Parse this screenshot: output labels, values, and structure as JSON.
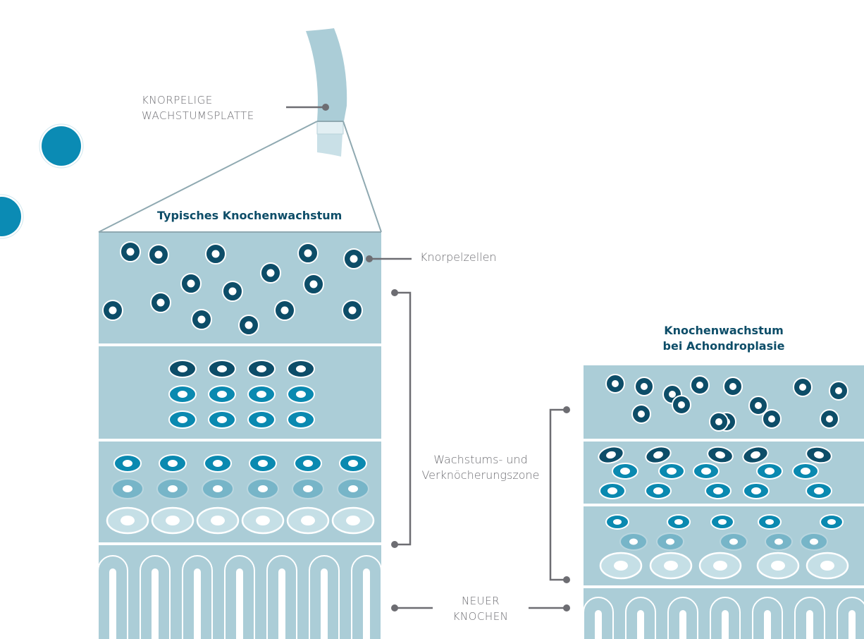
{
  "colors": {
    "tissue": "#abcdd7",
    "tissue_light": "#c9e0e7",
    "cell_dark": "#0d4d68",
    "cell_mid": "#0a89b0",
    "cell_pale": "#77b5c8",
    "cell_ghost": "#c5dfe6",
    "leader": "#6d6d72",
    "frame": "#8fa9b1",
    "title": "#0d4d68",
    "accent_dot": "#0b8bb4"
  },
  "labels": {
    "growth_plate": [
      "KNORPELIGE",
      "WACHSTUMSPLATTE"
    ],
    "typical_title": "Typisches Knochenwachstum",
    "chondrocytes": "Knorpelzellen",
    "zone": [
      "Wachstums- und",
      "Verknöcherungszone"
    ],
    "new_bone": [
      "NEUER",
      "KNOCHEN"
    ],
    "achondroplasia_title": [
      "Knochenwachstum",
      "bei Achondroplasie"
    ]
  },
  "panels": {
    "typical": {
      "resting_cells": 15,
      "proliferating_rows": [
        {
          "shade": "dark",
          "count": 4
        },
        {
          "shade": "mid",
          "count": 4
        },
        {
          "shade": "mid",
          "count": 4
        }
      ],
      "hypertrophic_rows": [
        {
          "shade": "mid",
          "count": 6
        },
        {
          "shade": "pale",
          "count": 6
        },
        {
          "shade": "ghost",
          "count": 6
        }
      ],
      "bone_columns": 7
    },
    "achondroplasia": {
      "resting_cells": 15,
      "proliferating_cells": 15,
      "hypertrophic_rows": [
        {
          "shade": "mid",
          "count": 5
        },
        {
          "shade": "pale",
          "count": 5
        },
        {
          "shade": "ghost",
          "count": 5
        }
      ],
      "bone_columns": 7
    }
  }
}
